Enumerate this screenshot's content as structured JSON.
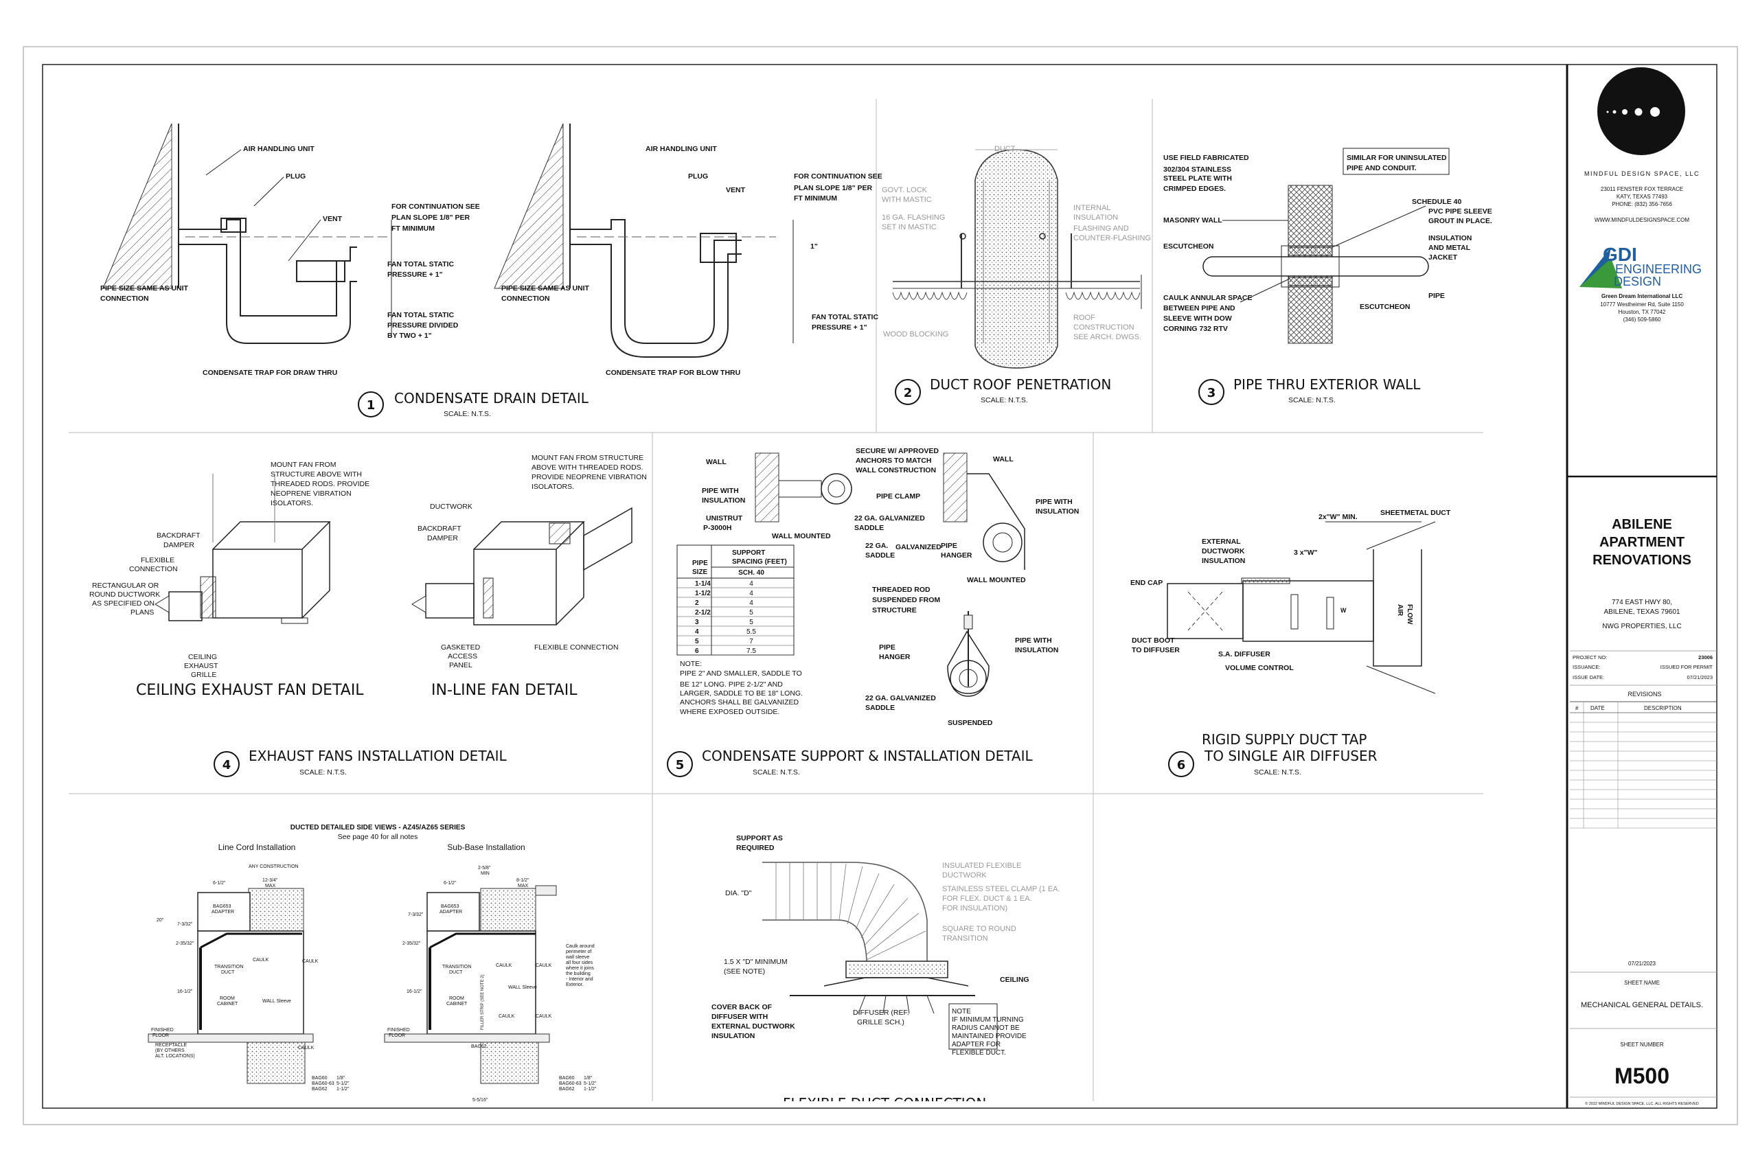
{
  "firm": {
    "name": "MINDFUL DESIGN SPACE, LLC",
    "addr1": "23011 FENSTER FOX TERRACE",
    "addr2": "KATY, TEXAS 77493",
    "phone": "PHONE: (832) 356-7656",
    "web": "WWW.MINDFULDESIGNSPACE.COM"
  },
  "engineer": {
    "logo_line1": "GDI",
    "logo_line2": "ENGINEERING",
    "logo_line3": "DESIGN",
    "name": "Green Dream International LLC",
    "addr1": "10777 Westheimer Rd, Suite 1150",
    "addr2": "Houston, TX 77042",
    "phone": "(346) 509-5860"
  },
  "project": {
    "name_line1": "ABILENE",
    "name_line2": "APARTMENT",
    "name_line3": "RENOVATIONS",
    "addr1": "774 EAST HWY 80,",
    "addr2": "ABILENE, TEXAS 79601",
    "owner": "NWG PROPERTIES, LLC",
    "project_no_label": "PROJECT NO:",
    "project_no": "23006",
    "issuance_label": "ISSUANCE:",
    "issuance": "ISSUED FOR PERMIT",
    "issue_date_label": "ISSUE DATE:",
    "issue_date": "07/21/2023"
  },
  "revisions": {
    "title": "REVISIONS",
    "col_num": "#",
    "col_date": "DATE",
    "col_desc": "DESCRIPTION"
  },
  "sheet": {
    "date": "07/21/2023",
    "name_label": "SHEET NAME",
    "name": "MECHANICAL GENERAL DETAILS.",
    "number_label": "SHEET NUMBER",
    "number": "M500",
    "copyright": "© 2022 MINDFUL DESIGN SPACE, LLC. ALL RIGHTS RESERVED"
  },
  "details": [
    {
      "num": "1",
      "title": "CONDENSATE DRAIN DETAIL",
      "scale": "SCALE: N.T.S."
    },
    {
      "num": "2",
      "title": "DUCT ROOF PENETRATION",
      "scale": "SCALE: N.T.S."
    },
    {
      "num": "3",
      "title": "PIPE THRU EXTERIOR WALL",
      "scale": "SCALE: N.T.S."
    },
    {
      "num": "4",
      "title": "EXHAUST FANS INSTALLATION DETAIL",
      "scale": "SCALE: N.T.S."
    },
    {
      "num": "5",
      "title": "CONDENSATE SUPPORT & INSTALLATION DETAIL",
      "scale": "SCALE: N.T.S."
    },
    {
      "num": "6",
      "title_line1": "RIGID SUPPLY DUCT TAP",
      "title_line2": "TO SINGLE AIR DIFFUSER",
      "scale": "SCALE: N.T.S."
    }
  ],
  "d1": {
    "ahu": "AIR HANDLING UNIT",
    "plug": "PLUG",
    "vent": "VENT",
    "cont1": "FOR CONTINUATION SEE",
    "cont2": "PLAN SLOPE 1/8\" PER",
    "cont3": "FT MINIMUM",
    "fts1": "FAN TOTAL STATIC",
    "fts2": "PRESSURE + 1\"",
    "ftsd1": "FAN TOTAL STATIC",
    "ftsd2": "PRESSURE DIVIDED",
    "ftsd3": "BY TWO + 1\"",
    "pipe1": "PIPE SIZE SAME AS UNIT",
    "pipe2": "CONNECTION",
    "trap_draw": "CONDENSATE TRAP FOR DRAW THRU",
    "trap_blow": "CONDENSATE TRAP FOR BLOW THRU",
    "one_inch": "1\""
  },
  "d2": {
    "duct": "DUCT",
    "lock1": "GOVT. LOCK",
    "lock2": "WITH MASTIC",
    "flash1": "16 GA. FLASHING",
    "flash2": "SET IN MASTIC",
    "int1": "INTERNAL",
    "int2": "INSULATION",
    "cf1": "FLASHING AND",
    "cf2": "COUNTER-FLASHING",
    "wood": "WOOD BLOCKING",
    "roof1": "ROOF",
    "roof2": "CONSTRUCTION",
    "roof3": "SEE ARCH. DWGS."
  },
  "d3": {
    "use1": "USE FIELD FABRICATED",
    "use2": "302/304 STAINLESS",
    "use3": "STEEL PLATE WITH",
    "use4": "CRIMPED EDGES.",
    "sim1": "SIMILAR FOR UNINSULATED",
    "sim2": "PIPE AND CONDUIT.",
    "masonry": "MASONRY WALL",
    "esc": "ESCUTCHEON",
    "sch1": "SCHEDULE 40",
    "sch2": "PVC PIPE SLEEVE",
    "sch3": "GROUT IN PLACE.",
    "ins1": "INSULATION",
    "ins2": "AND METAL",
    "ins3": "JACKET",
    "caulk1": "CAULK ANNULAR SPACE",
    "caulk2": "BETWEEN PIPE AND",
    "caulk3": "SLEEVE WITH DOW",
    "caulk4": "CORNING 732 RTV",
    "pipe": "PIPE"
  },
  "d4": {
    "mount1": "MOUNT FAN FROM",
    "mount2": "STRUCTURE ABOVE WITH",
    "mount3": "THREADED RODS. PROVIDE",
    "mount4": "NEOPRENE VIBRATION",
    "mount5": "ISOLATORS.",
    "mountb1": "MOUNT FAN FROM STRUCTURE",
    "mountb2": "ABOVE WITH THREADED RODS.",
    "mountb3": "PROVIDE NEOPRENE VIBRATION",
    "mountb4": "ISOLATORS.",
    "bd1": "BACKDRAFT",
    "bd2": "DAMPER",
    "flex1": "FLEXIBLE",
    "flex2": "CONNECTION",
    "rect1": "RECTANGULAR OR",
    "rect2": "ROUND DUCTWORK",
    "rect3": "AS SPECIFIED ON",
    "rect4": "PLANS",
    "ceg1": "CEILING",
    "ceg2": "EXHAUST",
    "ceg3": "GRILLE",
    "ductwork": "DUCTWORK",
    "gask1": "GASKETED",
    "gask2": "ACCESS",
    "gask3": "PANEL",
    "flexconn": "FLEXIBLE CONNECTION",
    "ceiling_title": "CEILING EXHAUST FAN DETAIL",
    "inline_title": "IN-LINE FAN DETAIL"
  },
  "d5": {
    "wall": "WALL",
    "secure1": "SECURE W/ APPROVED",
    "secure2": "ANCHORS TO MATCH",
    "secure3": "WALL CONSTRUCTION",
    "pwi1": "PIPE WITH",
    "pwi2": "INSULATION",
    "clamp": "PIPE CLAMP",
    "unistrut1": "UNISTRUT",
    "unistrut2": "P-3000H",
    "saddle1": "22 GA. GALVANIZED",
    "saddle2": "SADDLE",
    "wall_mounted": "WALL MOUNTED",
    "galv1": "22 GA.",
    "galv2": "SADDLE",
    "galvanized": "GALVANIZED",
    "hanger1": "PIPE",
    "hanger2": "HANGER",
    "rod1": "THREADED ROD",
    "rod2": "SUSPENDED FROM",
    "rod3": "STRUCTURE",
    "suspended": "SUSPENDED",
    "table_h1": "PIPE",
    "table_h2": "SIZE",
    "table_h3": "SUPPORT",
    "table_h4": "SPACING (FEET)",
    "table_h5": "SCH. 40",
    "table_rows": [
      [
        "1-1/4",
        "4"
      ],
      [
        "1-1/2",
        "4"
      ],
      [
        "2",
        "4"
      ],
      [
        "2-1/2",
        "5"
      ],
      [
        "3",
        "5"
      ],
      [
        "4",
        "5.5"
      ],
      [
        "5",
        "7"
      ],
      [
        "6",
        "7.5"
      ]
    ],
    "note1": "NOTE:",
    "note2": "PIPE 2\" AND SMALLER, SADDLE TO",
    "note3": "BE 12\" LONG. PIPE 2-1/2\" AND",
    "note4": "LARGER, SADDLE TO BE 18\" LONG.",
    "note5": "ANCHORS SHALL BE GALVANIZED",
    "note6": "WHERE EXPOSED OUTSIDE."
  },
  "d6": {
    "min": "2x\"W\" MIN.",
    "sheetmetal": "SHEETMETAL DUCT",
    "ext1": "EXTERNAL",
    "ext2": "DUCTWORK",
    "ext3": "INSULATION",
    "three": "3 x\"W\"",
    "endcap": "END CAP",
    "w": "W",
    "air": "AIR",
    "flow": "FLOW",
    "boot1": "DUCT BOOT",
    "boot2": "TO DIFFUSER",
    "sa": "S.A. DIFFUSER",
    "vc": "VOLUME CONTROL"
  },
  "d7": {
    "title": "DUCTED DETAILED SIDE VIEWS - AZ45/AZ65 SERIES",
    "sub": "See page 40 for all notes",
    "line_cord": "Line Cord Installation",
    "sub_base": "Sub-Base Installation",
    "any": "ANY CONSTRUCTION",
    "d1": "6-1/2\"",
    "d2": "12-3/4\"",
    "d3": "MAX",
    "d4": "2-5/8\"",
    "d5": "MIN",
    "d6": "8-1/2\"",
    "h1": "20\"",
    "h2": "7-3/32\"",
    "h3": "2-35/32\"",
    "h4": "16-1/2\"",
    "bag": "BAG653",
    "adapter": "ADAPTER",
    "trans1": "TRANSITION",
    "trans2": "DUCT",
    "room1": "ROOM",
    "room2": "CABINET",
    "wallsleeve": "WALL Sleeve",
    "caulk": "CAULK",
    "ff1": "FINISHED",
    "ff2": "FLOOR",
    "rec1": "RECEPTACLE",
    "rec2": "(BY OTHERS",
    "rec3": "ALT. LOCATIONS)",
    "b1": "BAG60",
    "b2": "BAG60-63",
    "b3": "BAG62",
    "v1": "1/8\"",
    "v2": "5-1/2\"",
    "v3": "1-1/2\"",
    "bottom": "5-5/16\"",
    "caulk_note1": "Caulk around",
    "caulk_note2": "perimeter of",
    "caulk_note3": "wall sleeve",
    "caulk_note4": "all four sides",
    "caulk_note5": "where it joins",
    "caulk_note6": "the building",
    "caulk_note7": "- Interior and",
    "caulk_note8": "Exterior.",
    "side": "FILLER STRIP (SEE NOTE 2)"
  },
  "d8": {
    "sup1": "SUPPORT AS",
    "sup2": "REQUIRED",
    "dia": "DIA. \"D\"",
    "ins1": "INSULATED FLEXIBLE",
    "ins2": "DUCTWORK",
    "ss1": "STAINLESS STEEL CLAMP (1 EA.",
    "ss2": "FOR FLEX. DUCT & 1 EA.",
    "ss3": "FOR INSULATION)",
    "sq1": "SQUARE TO ROUND",
    "sq2": "TRANSITION",
    "min1": "1.5 X \"D\" MINIMUM",
    "min2": "(SEE NOTE)",
    "ceiling": "CEILING",
    "cov1": "COVER BACK OF",
    "cov2": "DIFFUSER WITH",
    "cov3": "EXTERNAL DUCTWORK",
    "cov4": "INSULATION",
    "diff1": "DIFFUSER (REF.",
    "diff2": "GRILLE SCH.)",
    "n1": "NOTE",
    "n2": "IF MINIMUM TURNING",
    "n3": "RADIUS CANNOT BE",
    "n4": "MAINTAINED PROVIDE",
    "n5": "ADAPTER FOR",
    "n6": "FLEXIBLE DUCT.",
    "cut_title": "FLEXIBLE DUCT CONNECTION"
  }
}
